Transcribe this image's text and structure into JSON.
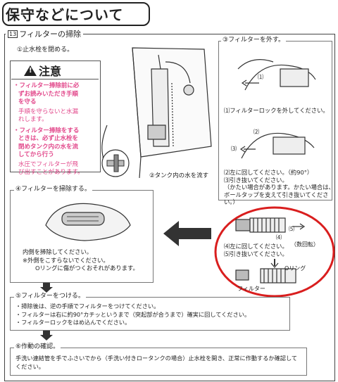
{
  "page_title": "保守などについて",
  "section": {
    "number": "13",
    "title": "フィルターの掃除"
  },
  "steps": {
    "s1": "①止水栓を閉める。",
    "s2": "②タンク内の水を流す",
    "s3": {
      "title": "③フィルターを外す。",
      "markers": [
        "⑴",
        "⑵",
        "⑶"
      ],
      "lines": [
        "⑴フィルターロックを外してください。",
        "⑵左に回してください。（約90°）",
        "⑶引き抜いてください。",
        "（かたい場合があります。かたい場合は、",
        "ボールタップを支えて引き抜いてくださ",
        "い。）"
      ]
    },
    "s4": {
      "title": "④フィルターを掃除する。",
      "lines": [
        "内側を掃除してください。",
        "※外側をこすらないでください。",
        "Oリングに傷がつくおそれがあります。"
      ]
    },
    "s5": {
      "title": "⑤フィルターをつける。",
      "lines": [
        "・掃除後は、逆の手順でフィルターをつけてください。",
        "・フィルターは右に約90°カチッというまで（突起部が合うまで）確実に回してください。",
        "・フィルターロックをはめ込んでください。"
      ]
    },
    "s6": {
      "title": "⑥作動の確認。",
      "lines": [
        "手洗い連結管を手でふさいでから（手洗い付きロータンクの場合）止水栓を開き、正常に作動するか確認してください。"
      ]
    },
    "s3b": {
      "markers": [
        "⑷",
        "⑸"
      ],
      "lines": [
        "⑷左に回してください。",
        "⑸引き抜いてください。"
      ],
      "turns": "（数回転）",
      "oring": "Oリング",
      "filter": "フィルター"
    }
  },
  "caution": {
    "title": "注意",
    "b1": [
      "・フィルター掃除前に必",
      "ずお読みいただき手順",
      "を守る"
    ],
    "n1": [
      "手順を守らないと水漏",
      "れします。"
    ],
    "b2": [
      "・フィルター掃除をする",
      "ときは、必ず止水栓を",
      "閉めタンク内の水を流",
      "してから行う"
    ],
    "n2": [
      "水圧でフィルターが飛",
      "び出すことがあります。"
    ]
  },
  "colors": {
    "caution_text": "#e2488b",
    "highlight_ring": "#d91e1e",
    "line": "#333333"
  }
}
